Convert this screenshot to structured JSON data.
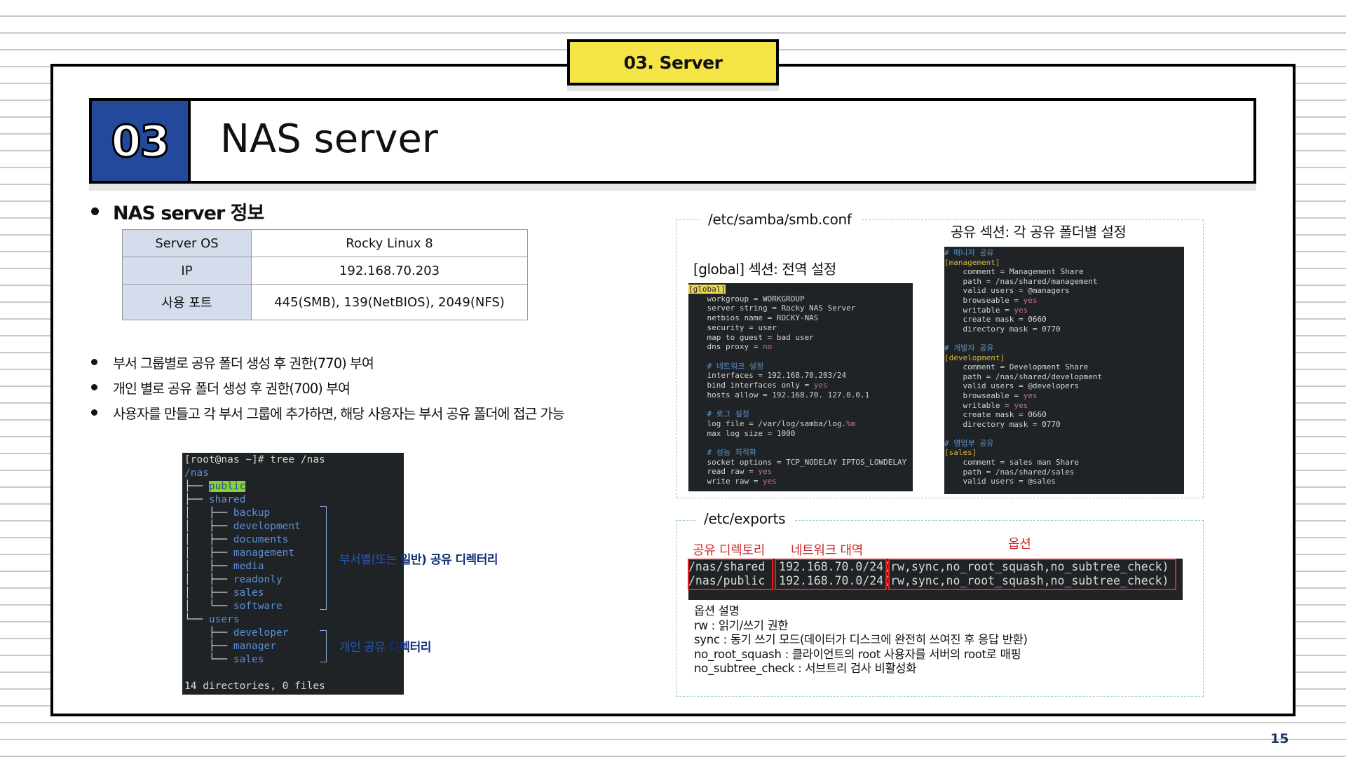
{
  "section_tab": "03. Server",
  "title": {
    "number": "03",
    "text": "NAS server"
  },
  "info": {
    "heading": "NAS server 정보",
    "rows": [
      {
        "key": "Server OS",
        "value": "Rocky Linux 8"
      },
      {
        "key": "IP",
        "value": "192.168.70.203"
      },
      {
        "key": "사용 포트",
        "value": "445(SMB), 139(NetBIOS), 2049(NFS)"
      }
    ]
  },
  "bullets": [
    "부서 그룹별로 공유 폴더 생성 후 권한(770) 부여",
    "개인 별로 공유 폴더 생성 후 권한(700) 부여",
    "사용자를 만들고 각 부서 그룹에 추가하면, 해당 사용자는 부서 공유 폴더에 접근 가능"
  ],
  "tree": {
    "prompt": "[root@nas ~]# tree /nas",
    "root": "/nas",
    "public": "public",
    "shared": "shared",
    "shared_children": [
      "backup",
      "development",
      "documents",
      "management",
      "media",
      "readonly",
      "sales",
      "software"
    ],
    "users": "users",
    "users_children": [
      "developer",
      "manager",
      "sales"
    ],
    "summary": "14 directories, 0 files",
    "anno_dept_a": "부서별(또는 ",
    "anno_dept_b": "일반) 공유 디렉터리",
    "anno_user_a": "개인 공유 ",
    "anno_user_b": "디렉터리"
  },
  "smb": {
    "file": "/etc/samba/smb.conf",
    "global_caption": "[global] 섹션: 전역 설정",
    "share_caption": "공유 섹션: 각 공유 폴더별 설정",
    "global_lines": {
      "sec": "global",
      "l1": "    workgroup = WORKGROUP",
      "l2": "    server string = Rocky NAS Server",
      "l3": "    netbios name = ROCKY-NAS",
      "l4": "    security = user",
      "l5": "    map to guest = bad user",
      "l6": "    dns proxy = ",
      "l6v": "no",
      "c1": "    # 네트워크 설정",
      "l7": "    interfaces = 192.168.70.203/24",
      "l8": "    bind interfaces only = ",
      "l8v": "yes",
      "l9": "    hosts allow = 192.168.70. 127.0.0.1",
      "c2": "    # 로그 설정",
      "l10": "    log file = /var/log/samba/log.",
      "l10v": "%m",
      "l11": "    max log size = 1000",
      "c3": "    # 성능 최적화",
      "l12": "    socket options = TCP_NODELAY IPTOS_LOWDELAY",
      "l13": "    read raw = ",
      "l13v": "yes",
      "l14": "    write raw = ",
      "l14v": "yes"
    },
    "share_lines": {
      "c1": "# 매니저 공유",
      "s1": "[management]",
      "m1": "    comment = Management Share",
      "m2": "    path = /nas/shared/management",
      "m3": "    valid users = @managers",
      "m4": "    browseable = ",
      "m4v": "yes",
      "m5": "    writable = ",
      "m5v": "yes",
      "m6": "    create mask = 0660",
      "m7": "    directory mask = 0770",
      "c2": "# 개발자 공유",
      "s2": "[development]",
      "d1": "    comment = Development Share",
      "d2": "    path = /nas/shared/development",
      "d3": "    valid users = @developers",
      "d4": "    browseable = ",
      "d4v": "yes",
      "d5": "    writable = ",
      "d5v": "yes",
      "d6": "    create mask = 0660",
      "d7": "    directory mask = 0770",
      "c3": "# 영업부 공유",
      "s3": "[sales]",
      "x1": "    comment = sales man Share",
      "x2": "    path = /nas/shared/sales",
      "x3": "    valid users = @sales"
    }
  },
  "exports": {
    "file": "/etc/exports",
    "cap_dir": "공유 디렉토리",
    "cap_net": "네트워크 대역",
    "cap_opt": "옵션",
    "line1": "/nas/shared  192.168.70.0/24(rw,sync,no_root_squash,no_subtree_check)",
    "line2": "/nas/public  192.168.70.0/24(rw,sync,no_root_squash,no_subtree_check)",
    "opt_title": "옵션 설명",
    "opts": [
      "rw : 읽기/쓰기 권한",
      "sync : 동기 쓰기 모드(데이터가 디스크에 완전히 쓰여진 후 응답 반환)",
      "no_root_squash : 클라이언트의 root 사용자를 서버의 root로 매핑",
      "no_subtree_check : 서브트리 검사 비활성화"
    ]
  },
  "page_number": "15"
}
